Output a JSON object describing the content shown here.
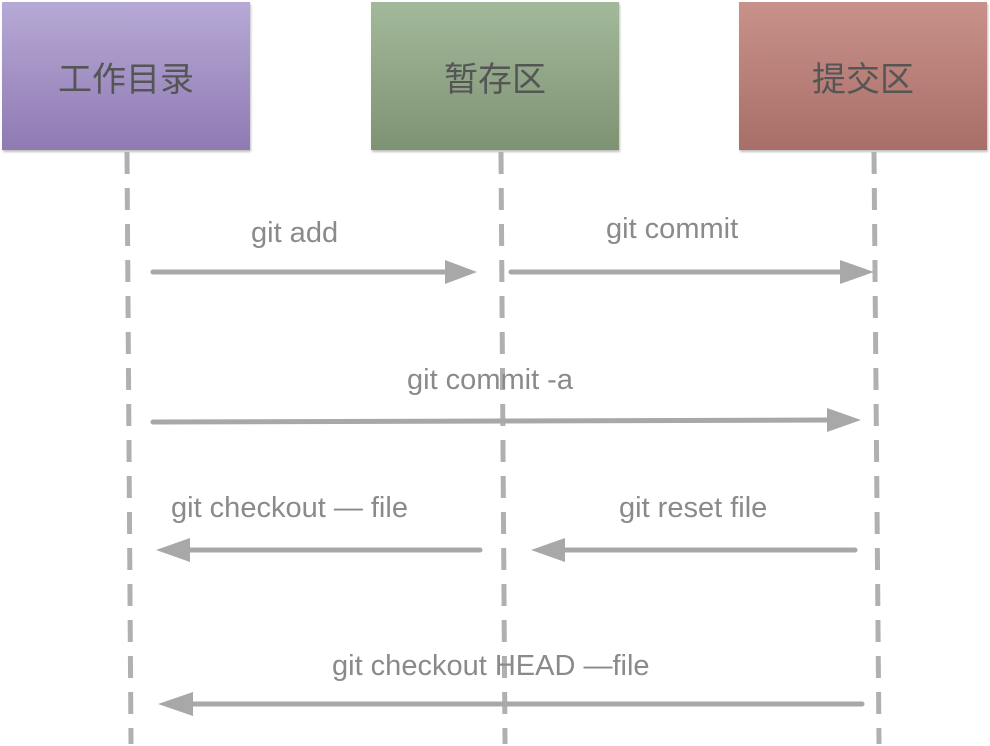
{
  "boxes": {
    "working_dir": {
      "label": "工作目录",
      "color": "#a393c6"
    },
    "staging": {
      "label": "暂存区",
      "color": "#92a788"
    },
    "repository": {
      "label": "提交区",
      "color": "#b9807a"
    }
  },
  "arrows": [
    {
      "label": "git add",
      "from": "工作目录",
      "to": "暂存区"
    },
    {
      "label": "git commit",
      "from": "暂存区",
      "to": "提交区"
    },
    {
      "label": "git commit -a",
      "from": "工作目录",
      "to": "提交区"
    },
    {
      "label": "git checkout — file",
      "from": "暂存区",
      "to": "工作目录"
    },
    {
      "label": "git reset file",
      "from": "提交区",
      "to": "暂存区"
    },
    {
      "label": "git checkout HEAD —file",
      "from": "提交区",
      "to": "工作目录"
    }
  ],
  "colors": {
    "arrow": "#a8a8a8",
    "lifeline": "#b0b0b0",
    "label_text": "#8a8a8a"
  }
}
